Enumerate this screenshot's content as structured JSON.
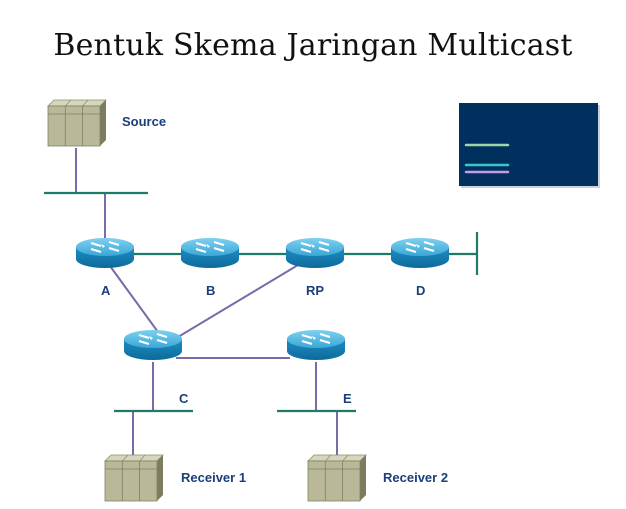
{
  "title": "Bentuk Skema Jaringan Multicast",
  "nodes": {
    "source": {
      "label": "Source",
      "type": "server"
    },
    "receiver1": {
      "label": "Receiver 1",
      "type": "server"
    },
    "receiver2": {
      "label": "Receiver 2",
      "type": "server"
    },
    "router_a": {
      "label": "A",
      "type": "router"
    },
    "router_b": {
      "label": "B",
      "type": "router"
    },
    "router_rp": {
      "label": "RP",
      "type": "router"
    },
    "router_d": {
      "label": "D",
      "type": "router"
    },
    "router_c": {
      "label": "C",
      "type": "router"
    },
    "router_e": {
      "label": "E",
      "type": "router"
    }
  },
  "legend": {
    "background": "#00305e",
    "lines": [
      {
        "color": "#9fd6a8"
      },
      {
        "color": "#3cc6c6"
      },
      {
        "color": "#c89be8"
      }
    ]
  },
  "colors": {
    "lan_segment": "#1f7a6a",
    "link_purple": "#7b6aa8",
    "link_teal": "#1f7a6a",
    "label": "#1a3f7a"
  }
}
